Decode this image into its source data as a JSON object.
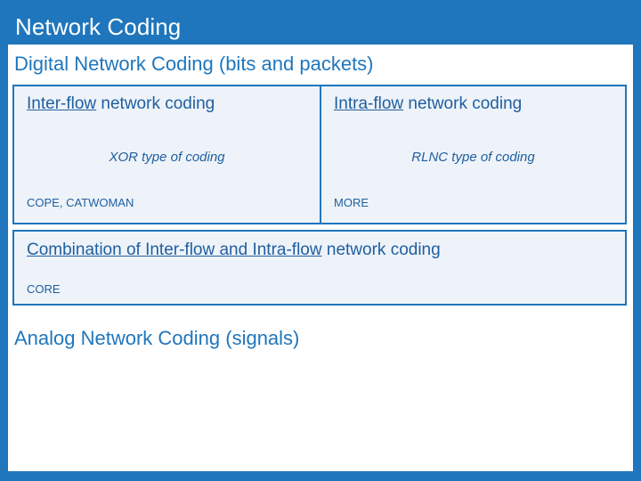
{
  "slide": {
    "title": "Network Coding",
    "subtitle": "Digital Network Coding (bits and packets)",
    "analog_heading": "Analog Network Coding (signals)",
    "digital": {
      "left": {
        "heading_underlined": "Inter-flow",
        "heading_rest": " network coding",
        "coding_type": "XOR type of coding",
        "examples": "COPE, CATWOMAN"
      },
      "right": {
        "heading_underlined": "Intra-flow",
        "heading_rest": " network coding",
        "coding_type": "RLNC type of coding",
        "examples": "MORE"
      }
    },
    "combination": {
      "heading_underlined": "Combination of Inter-flow and Intra-flow",
      "heading_rest": " network coding",
      "examples": "CORE"
    },
    "colors": {
      "frame": "#1f76bc",
      "box_fill": "#eef3f9",
      "text_blue": "#1f5fa0",
      "title_text": "#ffffff"
    }
  }
}
